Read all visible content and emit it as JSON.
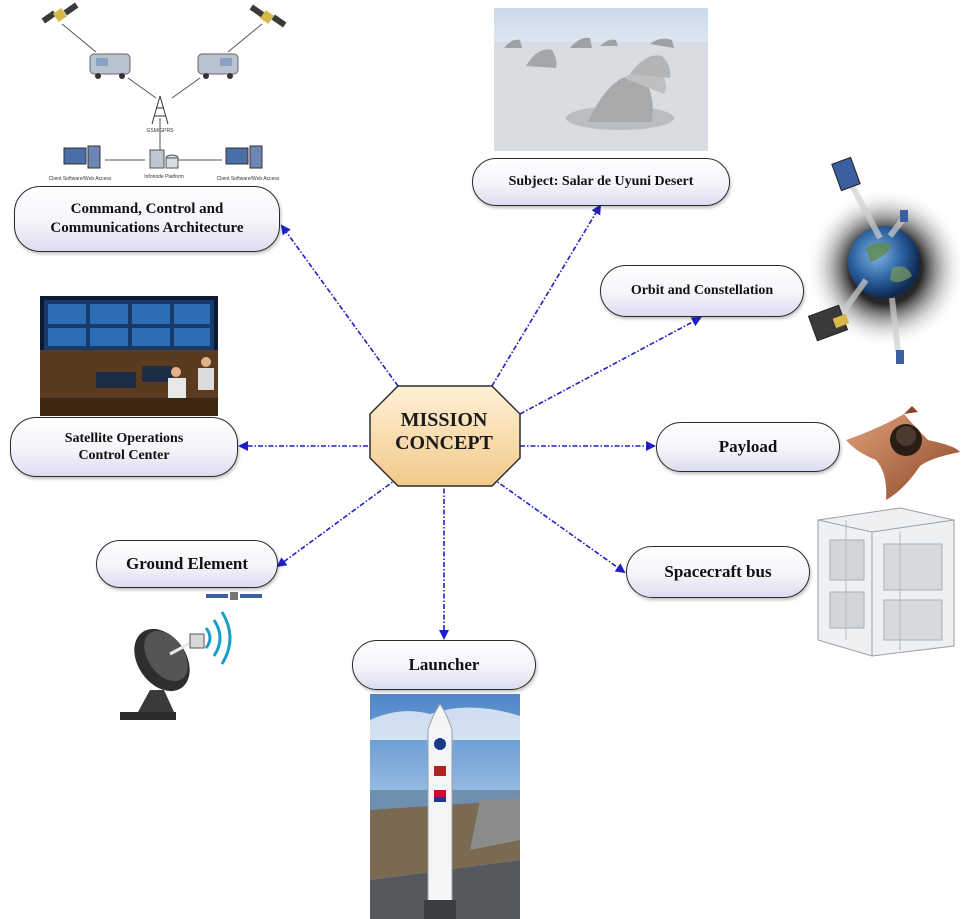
{
  "center": {
    "line1": "MISSION",
    "line2": "CONCEPT"
  },
  "nodes": {
    "c3": {
      "line1": "Command, Control and",
      "line2": "Communications Architecture"
    },
    "subject": {
      "label": "Subject: Salar de Uyuni Desert"
    },
    "orbit": {
      "label": "Orbit and Constellation"
    },
    "soc": {
      "line1": "Satellite Operations",
      "line2": "Control Center"
    },
    "payload": {
      "label": "Payload"
    },
    "ground": {
      "label": "Ground Element"
    },
    "bus": {
      "label": "Spacecraft bus"
    },
    "launcher": {
      "label": "Launcher"
    }
  },
  "c3_figure": {
    "tower_label": "GSM/GPRS",
    "platform_label": "Infonode Platform",
    "client_left": "Client Software/Web Access",
    "client_right": "Client Software/Web Access"
  },
  "colors": {
    "connector": "#1f1fc8",
    "center_fill_top": "#fff1d6",
    "center_fill_bottom": "#f2c98a",
    "node_border": "#2a2a2a"
  },
  "images": [
    "salt-flat-photo",
    "orbit-earth-illustration",
    "control-center-photo",
    "payload-instrument-photo",
    "cubesat-structure-photo",
    "satellite-dish-icon",
    "rocket-launch-photo",
    "network-architecture-illustration"
  ]
}
